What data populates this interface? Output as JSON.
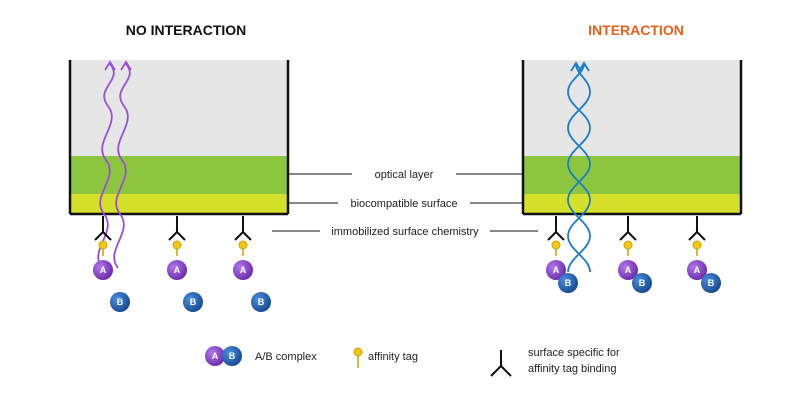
{
  "titles": {
    "left": "NO INTERACTION",
    "right": "INTERACTION"
  },
  "labels": {
    "optical_layer": "optical layer",
    "biocompatible_surface": "biocompatible surface",
    "immobilized_chemistry": "immobilized surface chemistry"
  },
  "molecules": {
    "a": "A",
    "b": "B"
  },
  "legend": {
    "complex": "A/B complex",
    "affinity_tag": "affinity tag",
    "surface_line1": "surface specific for",
    "surface_line2": "affinity tag binding"
  },
  "colors": {
    "title_left": "#111111",
    "title_right": "#e8601c",
    "chamber_bg": "#e6e6e6",
    "optical_layer": "#8cc63f",
    "biocompatible": "#d4e02a",
    "molecule_a": "#8a3fc8",
    "molecule_b": "#1e5fb0",
    "wave_left": "#9b4ed8",
    "wave_right": "#1a7fc4",
    "tag": "#f5c518"
  },
  "icons": {
    "receptor": "y-receptor-icon",
    "tag": "affinity-tag-icon"
  }
}
